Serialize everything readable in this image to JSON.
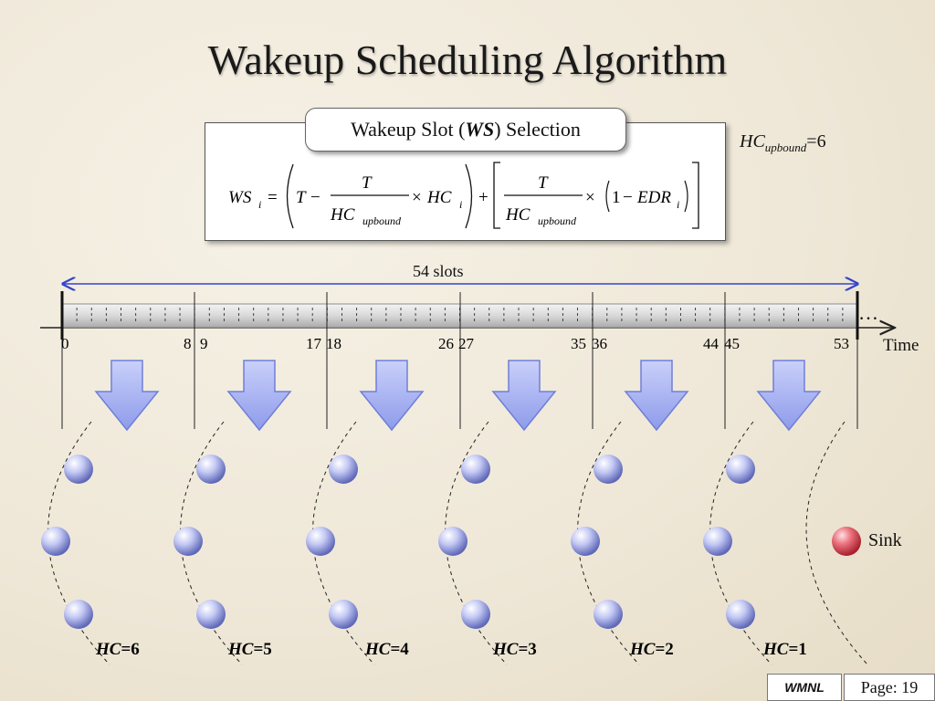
{
  "title": "Wakeup Scheduling Algorithm",
  "formula": {
    "label_prefix": "Wakeup Slot (",
    "label_em": "WS",
    "label_suffix": ") Selection",
    "lhs": "WS",
    "lhs_sub": "i",
    "T": "T",
    "HC": "HC",
    "upbound": "upbound",
    "HCi_sub": "i",
    "one": "1",
    "EDR": "EDR",
    "EDR_sub": "i"
  },
  "hc_upbound": {
    "base": "HC",
    "sub": "upbound",
    "value": "=6"
  },
  "timeline": {
    "span_label": "54 slots",
    "axis_label": "Time",
    "continuation": "…",
    "ticks": [
      "0",
      "8",
      "9",
      "17",
      "18",
      "26",
      "27",
      "35",
      "36",
      "44",
      "45",
      "53"
    ]
  },
  "groups": [
    {
      "hc": "HC",
      "value": "=6"
    },
    {
      "hc": "HC",
      "value": "=5"
    },
    {
      "hc": "HC",
      "value": "=4"
    },
    {
      "hc": "HC",
      "value": "=3"
    },
    {
      "hc": "HC",
      "value": "=2"
    },
    {
      "hc": "HC",
      "value": "=1"
    }
  ],
  "sink_label": "Sink",
  "footer": {
    "brand": "WMNL",
    "page": "Page: 19"
  },
  "colors": {
    "arrow_fill": "#a9b4f2",
    "arrow_stroke": "#6f7fd8",
    "node": "#b7bdf0",
    "sink": "#e45a68",
    "span_arrow": "#3344cc"
  }
}
